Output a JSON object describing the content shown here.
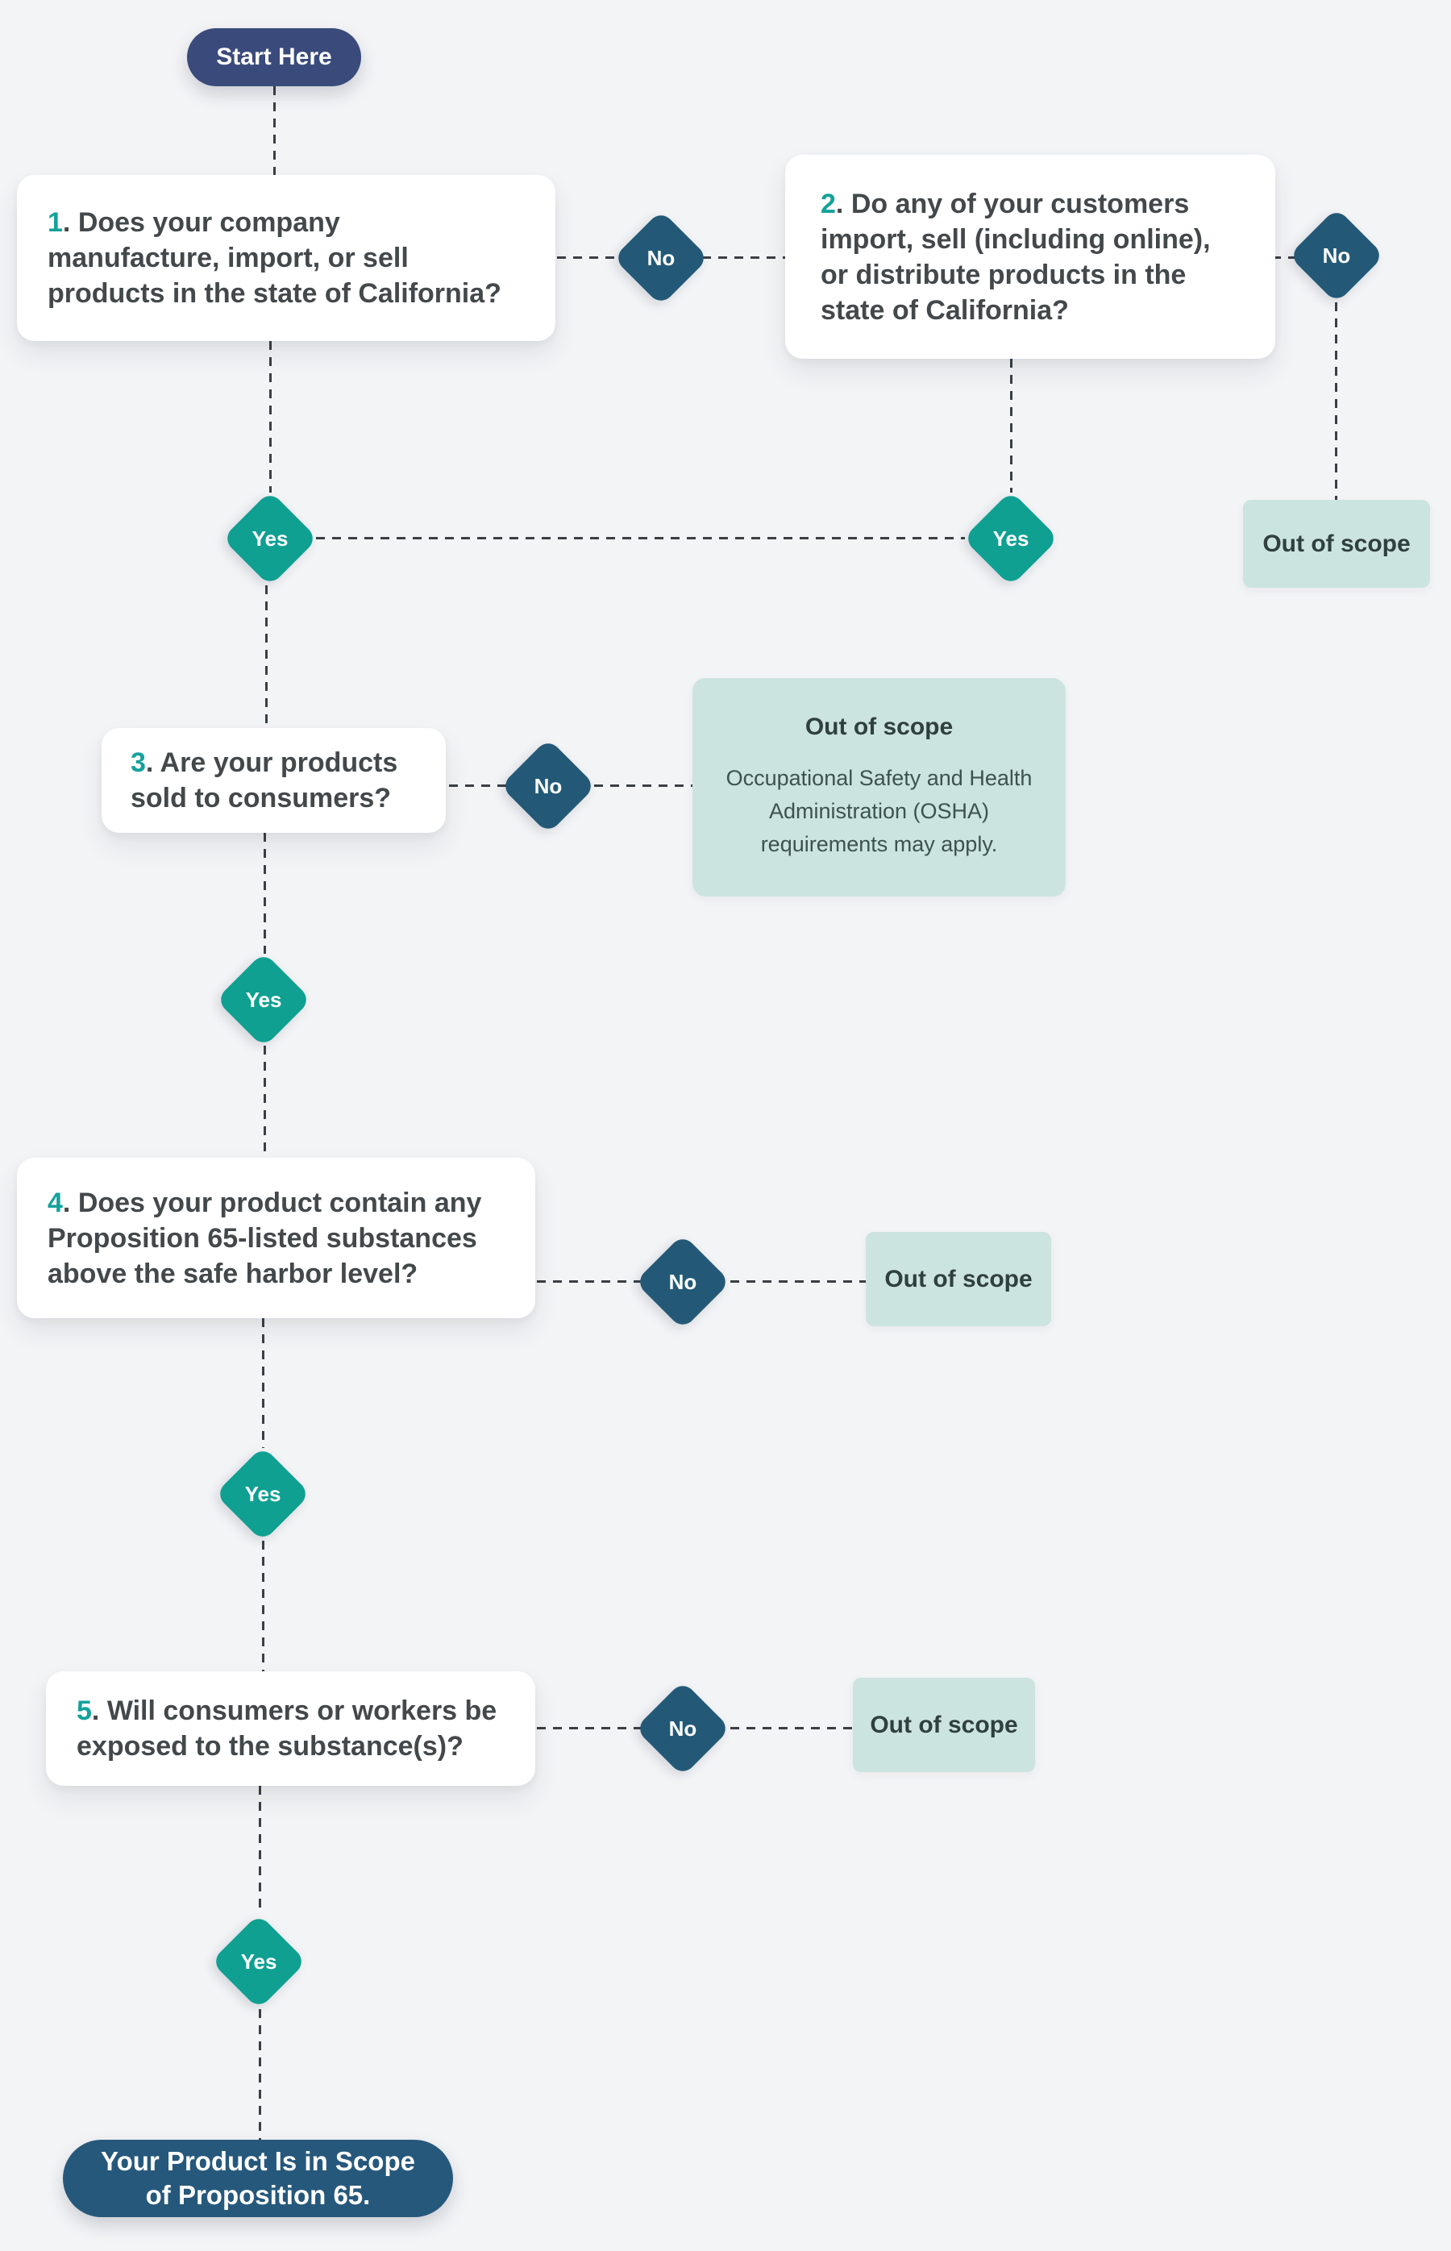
{
  "start": {
    "label": "Start Here"
  },
  "labels": {
    "yes": "Yes",
    "no": "No"
  },
  "questions": [
    {
      "number": "1",
      "text": ". Does your company\nmanufacture, import, or sell\nproducts in the state of California?"
    },
    {
      "number": "2",
      "text": ". Do any of your customers\nimport, sell (including online),\nor distribute products in the\nstate of California?"
    },
    {
      "number": "3",
      "text": ". Are your products\nsold to consumers?"
    },
    {
      "number": "4",
      "text": ". Does your product contain any\nProposition 65-listed substances\nabove the safe harbor level?"
    },
    {
      "number": "5",
      "text": ". Will consumers or workers be\nexposed to the substance(s)?"
    }
  ],
  "outcomes": {
    "q2_no": {
      "title": "Out of scope"
    },
    "q3_no": {
      "title": "Out of scope",
      "body": "Occupational Safety and Health\nAdministration (OSHA)\nrequirements may apply."
    },
    "q4_no": {
      "title": "Out of scope"
    },
    "q5_no": {
      "title": "Out of scope"
    }
  },
  "final": {
    "line1": "Your Product Is in Scope",
    "line2": "of Proposition 65."
  },
  "colors": {
    "background": "#f3f4f6",
    "card": "#ffffff",
    "start_pill": "#3a4b7b",
    "final_pill": "#26587b",
    "no_diamond": "#235977",
    "yes_diamond": "#0fa092",
    "accent_teal_number": "#14a29b",
    "outcome_box": "#cce4df",
    "question_text": "#43484b",
    "outcome_text": "#2f403e",
    "connector": "#3a3f44"
  }
}
